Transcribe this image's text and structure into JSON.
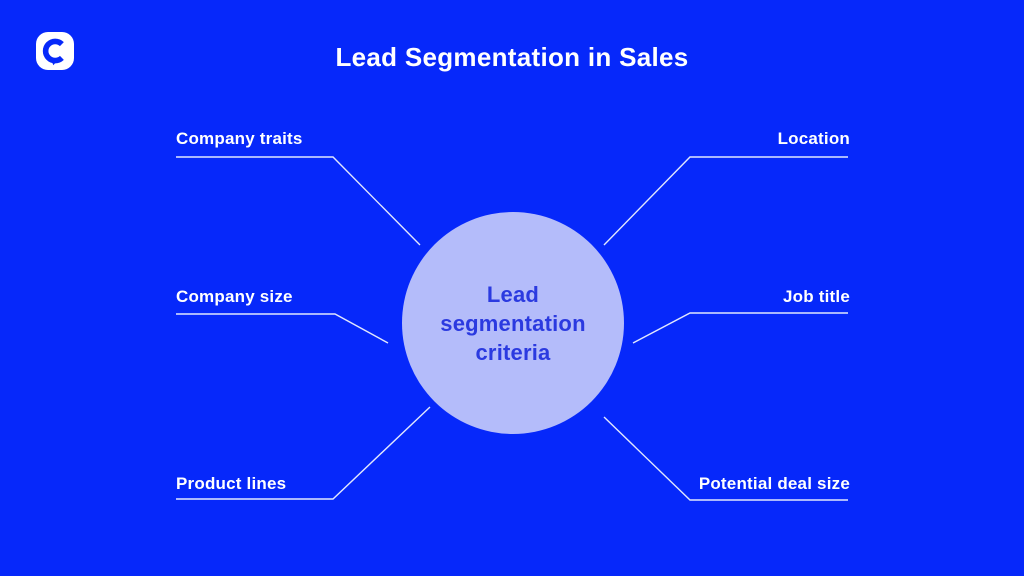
{
  "title": "Lead Segmentation in Sales",
  "logo": {
    "icon": "chanty-c-icon",
    "background": "#ffffff"
  },
  "colors": {
    "background": "#0628fa",
    "center_circle_fill": "#b4bcfa",
    "center_text": "#2b3ae0",
    "label_text": "#ffffff",
    "connector_line": "#edf1fe",
    "title_text": "#ffffff"
  },
  "center_node": {
    "label": "Lead segmentation criteria",
    "lines": [
      "Lead",
      "segmentation",
      "criteria"
    ]
  },
  "nodes": [
    {
      "id": "company-traits",
      "label": "Company traits",
      "side": "left",
      "position": "top"
    },
    {
      "id": "company-size",
      "label": "Company size",
      "side": "left",
      "position": "middle"
    },
    {
      "id": "product-lines",
      "label": "Product lines",
      "side": "left",
      "position": "bottom"
    },
    {
      "id": "location",
      "label": "Location",
      "side": "right",
      "position": "top"
    },
    {
      "id": "job-title",
      "label": "Job title",
      "side": "right",
      "position": "middle"
    },
    {
      "id": "potential-deal-size",
      "label": "Potential deal size",
      "side": "right",
      "position": "bottom"
    }
  ]
}
